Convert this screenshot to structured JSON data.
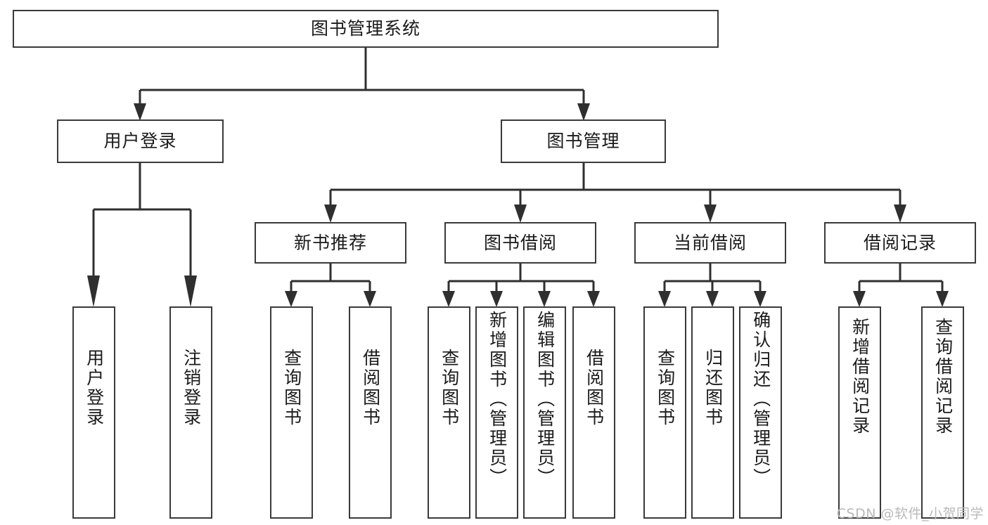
{
  "diagram": {
    "type": "tree-hierarchy",
    "title": "图书管理系统",
    "watermark": "CSDN @软件_小贺同学",
    "colors": {
      "box_border": "#3a3a3a",
      "box_fill": "#ffffff",
      "connector": "#2f2f2f",
      "text": "#1a1a1a",
      "watermark": "#b9b9b9"
    },
    "levels": [
      {
        "level": 1,
        "nodes": [
          {
            "id": "root",
            "label": "图书管理系统",
            "orientation": "horizontal"
          }
        ]
      },
      {
        "level": 2,
        "nodes": [
          {
            "id": "user-login",
            "label": "用户登录",
            "orientation": "horizontal",
            "parent": "root"
          },
          {
            "id": "book-manage",
            "label": "图书管理",
            "orientation": "horizontal",
            "parent": "root"
          }
        ]
      },
      {
        "level": 3,
        "nodes": [
          {
            "id": "new-book-rec",
            "label": "新书推荐",
            "orientation": "horizontal",
            "parent": "book-manage"
          },
          {
            "id": "book-borrow",
            "label": "图书借阅",
            "orientation": "horizontal",
            "parent": "book-manage"
          },
          {
            "id": "current-borrow",
            "label": "当前借阅",
            "orientation": "horizontal",
            "parent": "book-manage"
          },
          {
            "id": "borrow-record",
            "label": "借阅记录",
            "orientation": "horizontal",
            "parent": "book-manage"
          }
        ]
      },
      {
        "level": 4,
        "nodes": [
          {
            "id": "leaf-user-login",
            "label": "用户登录",
            "orientation": "vertical",
            "parent": "user-login"
          },
          {
            "id": "leaf-logout",
            "label": "注销登录",
            "orientation": "vertical",
            "parent": "user-login"
          },
          {
            "id": "leaf-query-book-1",
            "label": "查询图书",
            "orientation": "vertical",
            "parent": "new-book-rec"
          },
          {
            "id": "leaf-borrow-book-1",
            "label": "借阅图书",
            "orientation": "vertical",
            "parent": "new-book-rec"
          },
          {
            "id": "leaf-query-book-2",
            "label": "查询图书",
            "orientation": "vertical",
            "parent": "book-borrow"
          },
          {
            "id": "leaf-add-book",
            "label": "新增图书（管理员）",
            "orientation": "vertical",
            "parent": "book-borrow"
          },
          {
            "id": "leaf-edit-book",
            "label": "编辑图书（管理员）",
            "orientation": "vertical",
            "parent": "book-borrow"
          },
          {
            "id": "leaf-borrow-book-2",
            "label": "借阅图书",
            "orientation": "vertical",
            "parent": "book-borrow"
          },
          {
            "id": "leaf-query-book-3",
            "label": "查询图书",
            "orientation": "vertical",
            "parent": "current-borrow"
          },
          {
            "id": "leaf-return-book",
            "label": "归还图书",
            "orientation": "vertical",
            "parent": "current-borrow"
          },
          {
            "id": "leaf-confirm-return",
            "label": "确认归还（管理员）",
            "orientation": "vertical",
            "parent": "current-borrow"
          },
          {
            "id": "leaf-add-record",
            "label": "新增借阅记录",
            "orientation": "vertical",
            "parent": "borrow-record"
          },
          {
            "id": "leaf-query-record",
            "label": "查询借阅记录",
            "orientation": "vertical",
            "parent": "borrow-record"
          }
        ]
      }
    ]
  }
}
